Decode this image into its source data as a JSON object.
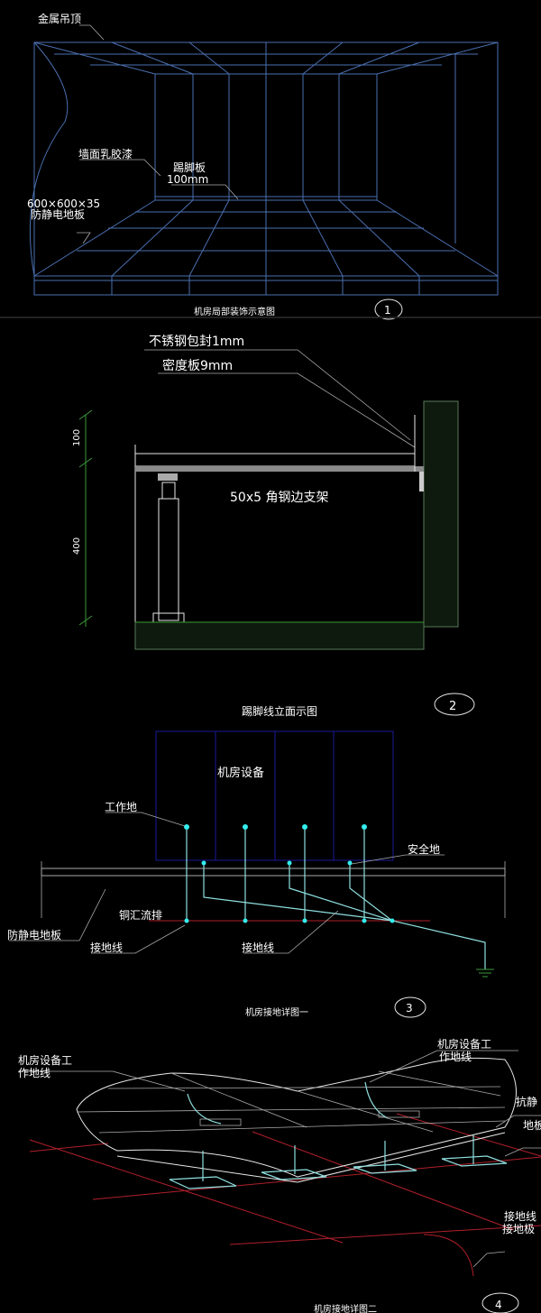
{
  "colors": {
    "background": "#000000",
    "ceiling_lines": "#4a6fb0",
    "cabinet": "#1a1a9a",
    "ground_wire": "#8fe0e0",
    "copper_bar": "#b0202a"
  },
  "fig1": {
    "ceiling": "金属吊顶",
    "wall": "墙面乳胶漆",
    "skirting_1": "踢脚板",
    "skirting_2": "100mm",
    "floor_size": "600×600×35",
    "floor": "防静电地板",
    "title": "机房局部装饰示意图",
    "number": "1"
  },
  "fig2": {
    "label_steel": "不锈钢包封1mm",
    "label_board": "密度板9mm",
    "label_angle": "50x5 角钢边支架",
    "dim_top": "100",
    "dim_bottom": "400",
    "title": "踢脚线立面示图",
    "number": "2"
  },
  "fig3": {
    "equipment": "机房设备",
    "work_ground": "工作地",
    "safety_ground": "安全地",
    "floor": "防静电地板",
    "copper_bar": "铜汇流排",
    "ground_wire_1": "接地线",
    "ground_wire_2": "接地线",
    "title": "机房接地详图一",
    "number": "3"
  },
  "fig4": {
    "label_left_1": "机房设备工",
    "label_left_2": "作地线",
    "label_right_1": "机房设备工",
    "label_right_2": "作地线",
    "label_antistatic": "抗静",
    "label_floor": "地板",
    "label_wire": "接地线",
    "label_electrode": "接地极",
    "title": "机房接地详图二",
    "number": "4"
  }
}
